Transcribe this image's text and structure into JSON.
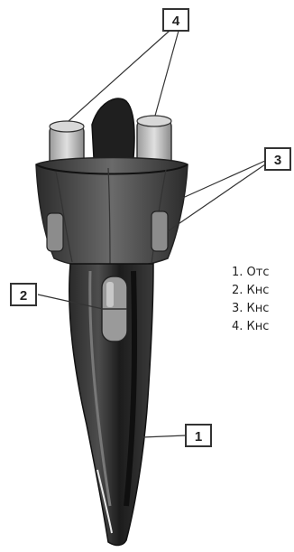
{
  "callouts": [
    {
      "id": "1",
      "label": "1"
    },
    {
      "id": "2",
      "label": "2"
    },
    {
      "id": "3",
      "label": "3"
    },
    {
      "id": "4",
      "label": "4"
    }
  ],
  "legend": [
    "1. Отс",
    "2. Кнс",
    "3. Кнс",
    "4. Кнс"
  ],
  "colors": {
    "body_dark": "#1f1f1f",
    "body_mid": "#4a4a4a",
    "highlight": "#8a8a8a",
    "cap_light": "#cfcfcf",
    "outline": "#333333"
  }
}
